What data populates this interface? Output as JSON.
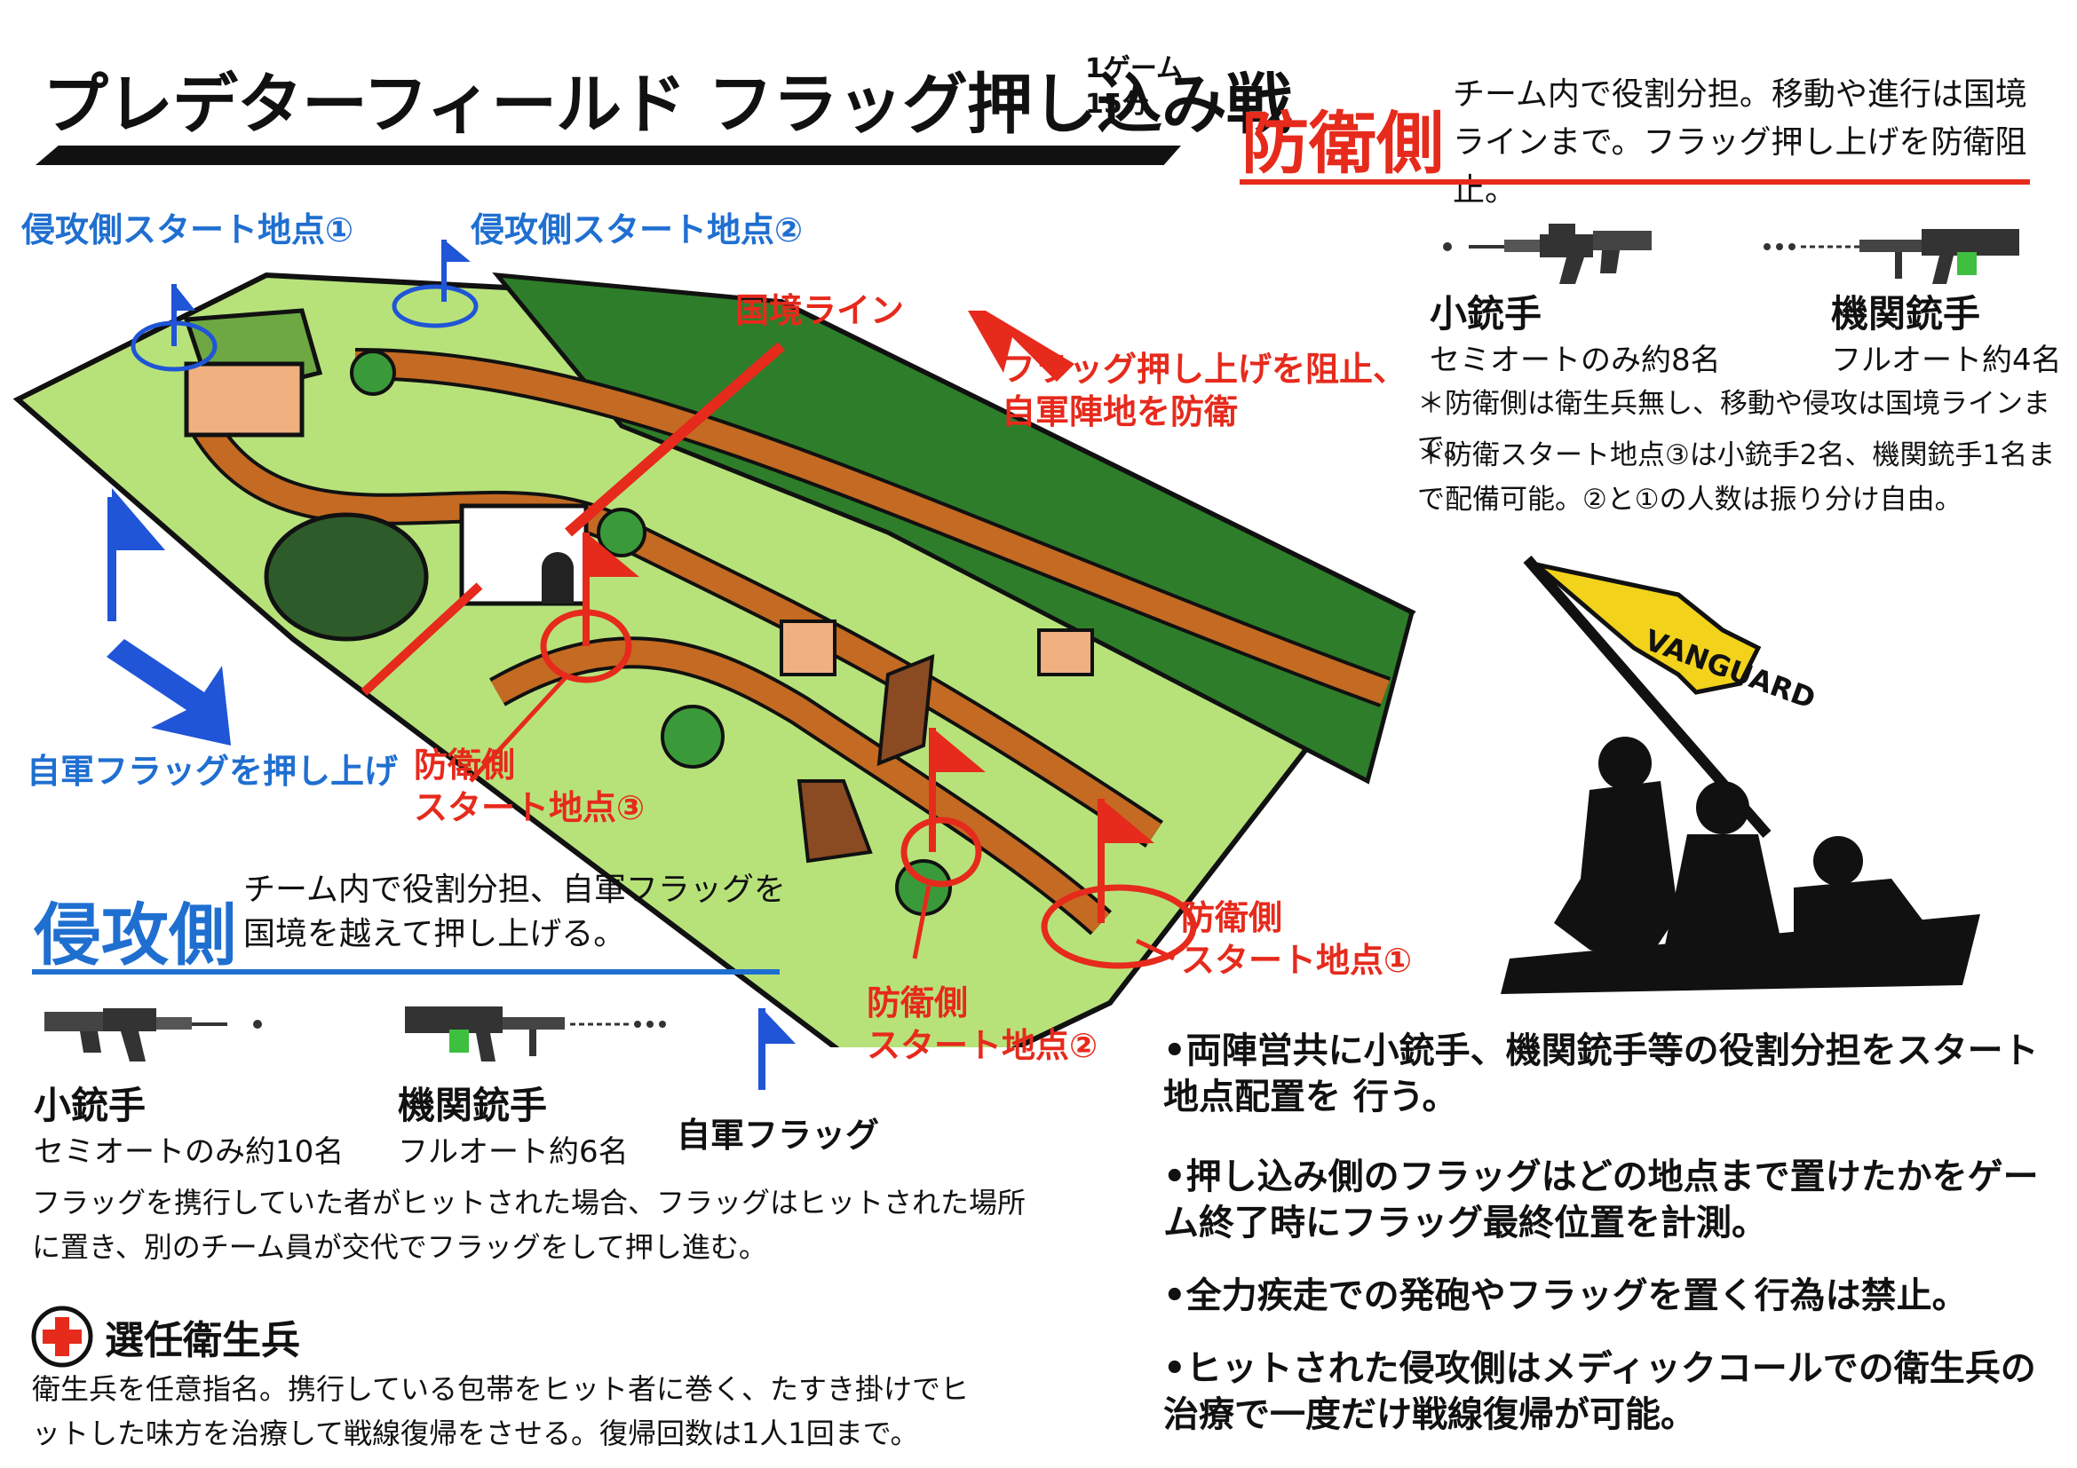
{
  "title": {
    "main": "プレデターフィールド フラッグ押し込み戦",
    "duration_line1": "1ゲーム",
    "duration_line2": "15分"
  },
  "defense": {
    "heading": "防衛側",
    "desc": "チーム内で役割分担。移動や進行は国境ラインまで。フラッグ押し上げを防衛阻止。",
    "units": [
      {
        "name": "小銃手",
        "desc": "セミオートのみ約8名"
      },
      {
        "name": "機関銃手",
        "desc": "フルオート約4名"
      }
    ],
    "notes": [
      "＊防衛側は衛生兵無し、移動や侵攻は国境ラインまで。",
      "＊防衛スタート地点③は小銃手2名、機関銃手1名まで配備可能。②と①の人数は振り分け自由。"
    ]
  },
  "map_labels": {
    "attack_start_1": "侵攻側スタート地点①",
    "attack_start_2": "侵攻側スタート地点②",
    "border_line": "国境ライン",
    "block_flag_line1": "フラッグ押し上げを阻止、",
    "block_flag_line2": "自軍陣地を防衛",
    "push_flag": "自軍フラッグを押し上げ",
    "def_start_3_line1": "防衛側",
    "def_start_3_line2": "スタート地点③",
    "def_start_2_line1": "防衛側",
    "def_start_2_line2": "スタート地点②",
    "def_start_1_line1": "防衛側",
    "def_start_1_line2": "スタート地点①"
  },
  "attack": {
    "heading": "侵攻側",
    "desc": "チーム内で役割分担、自軍フラッグを国境を越えて押し上げる。",
    "units": [
      {
        "name": "小銃手",
        "desc": "セミオートのみ約10名"
      },
      {
        "name": "機関銃手",
        "desc": "フルオート約6名"
      }
    ],
    "flag_label": "自軍フラッグ",
    "flag_note": "フラッグを携行していた者がヒットされた場合、フラッグはヒットされた場所に置き、別のチーム員が交代でフラッグをして押し進む。"
  },
  "medic": {
    "heading": "選任衛生兵",
    "desc": "衛生兵を任意指名。携行している包帯をヒット者に巻く、たすき掛けでヒットした味方を治療して戦線復帰をさせる。復帰回数は1人1回まで。"
  },
  "rules": [
    "•両陣営共に小銃手、機関銃手等の役割分担をスタート地点配置を 行う。",
    "•押し込み側のフラッグはどの地点まで置けたかをゲーム終了時にフラッグ最終位置を計測。",
    "•全力疾走での発砲やフラッグを置く行為は禁止。",
    "•ヒットされた侵攻側はメディックコールでの衛生兵の治療で一度だけ戦線復帰が可能。"
  ],
  "banner_text": "VANGUARD",
  "colors": {
    "defense_red": "#e62a1c",
    "attack_blue": "#1f6fd0",
    "grass_light": "#b7e27a",
    "grass_dark": "#2e7d2a",
    "path_brown": "#c46a22",
    "banner_yellow": "#f2d21b"
  }
}
